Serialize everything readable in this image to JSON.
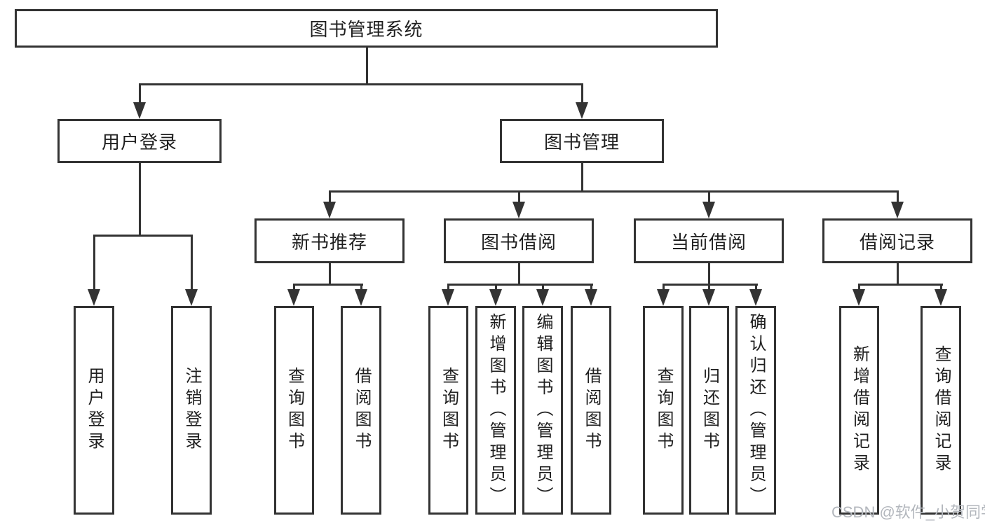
{
  "diagram": {
    "root": {
      "label": "图书管理系统"
    },
    "branches": [
      {
        "label": "用户登录",
        "children": [
          {
            "label": "用户登录"
          },
          {
            "label": "注销登录"
          }
        ]
      },
      {
        "label": "图书管理",
        "children": [
          {
            "label": "新书推荐",
            "children": [
              {
                "label": "查询图书"
              },
              {
                "label": "借阅图书"
              }
            ]
          },
          {
            "label": "图书借阅",
            "children": [
              {
                "label": "查询图书"
              },
              {
                "label": "新增图书（管理员）"
              },
              {
                "label": "编辑图书（管理员）"
              },
              {
                "label": "借阅图书"
              }
            ]
          },
          {
            "label": "当前借阅",
            "children": [
              {
                "label": "查询图书"
              },
              {
                "label": "归还图书"
              },
              {
                "label": "确认归还（管理员）"
              }
            ]
          },
          {
            "label": "借阅记录",
            "children": [
              {
                "label": "新增借阅记录"
              },
              {
                "label": "查询借阅记录"
              }
            ]
          }
        ]
      }
    ]
  },
  "watermark": "CSDN @软件_小贺同学",
  "colors": {
    "line": "#333333",
    "box_background": "#ffffff",
    "text": "#1f1f1f",
    "watermark": "#b3b7bd"
  }
}
